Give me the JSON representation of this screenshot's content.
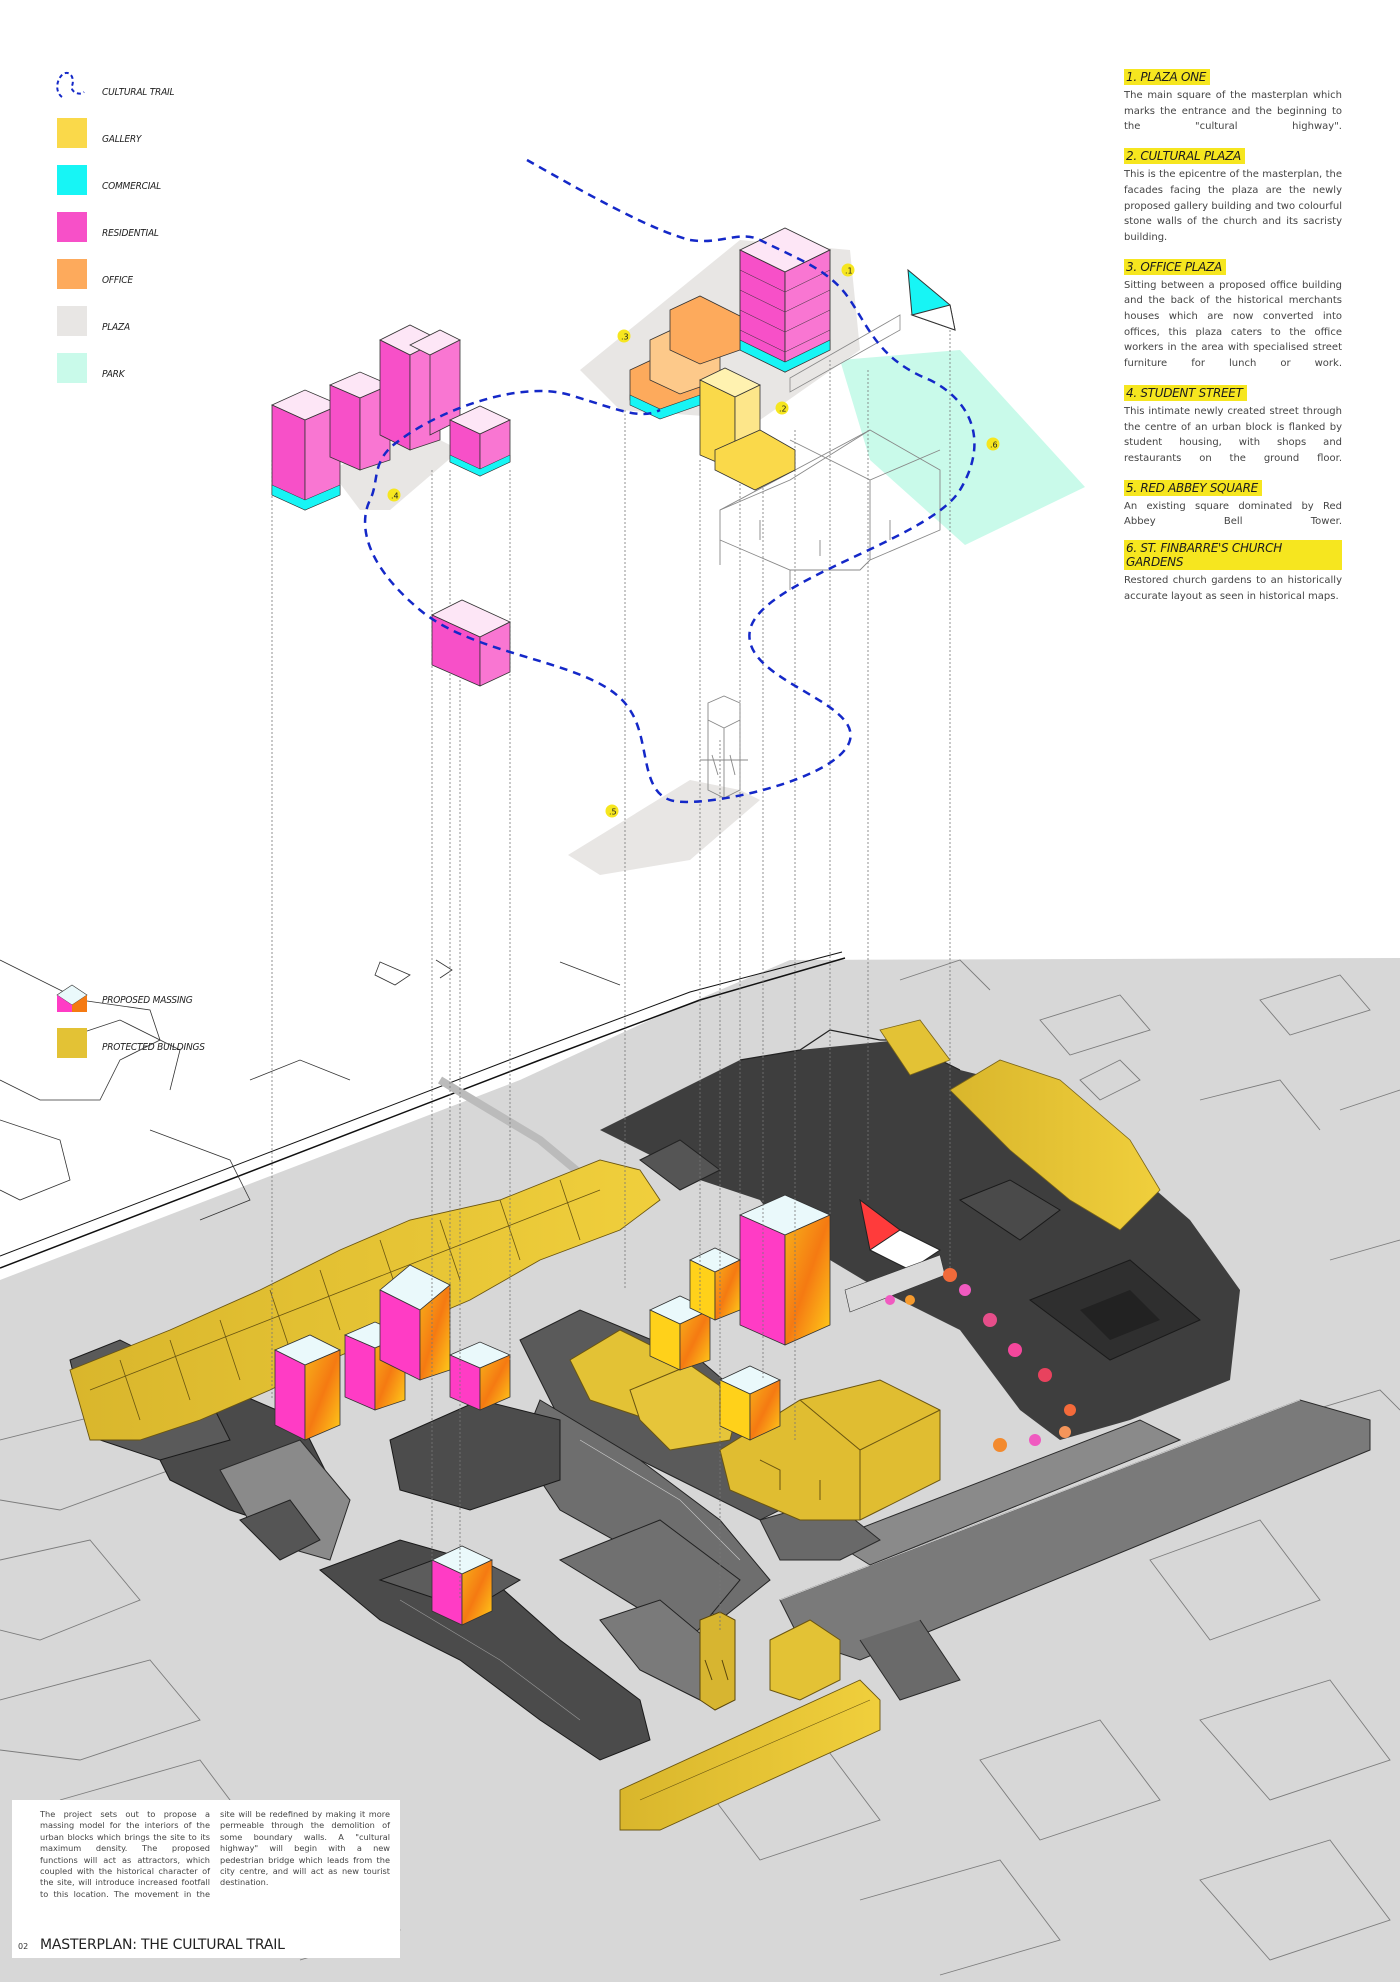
{
  "legend_top": [
    {
      "label": "CULTURAL TRAIL",
      "color": "#1428c8",
      "icon": "trail-loop-icon"
    },
    {
      "label": "GALLERY",
      "color": "#fad94a"
    },
    {
      "label": "COMMERCIAL",
      "color": "#17f5f5"
    },
    {
      "label": "RESIDENTIAL",
      "color": "#f750c8"
    },
    {
      "label": "OFFICE",
      "color": "#fdaa5c"
    },
    {
      "label": "PLAZA",
      "color": "#e8e6e4"
    },
    {
      "label": "PARK",
      "color": "#c9faea"
    }
  ],
  "legend_bottom": [
    {
      "label": "PROPOSED MASSING",
      "icon": "proposed-massing-icon"
    },
    {
      "label": "PROTECTED BUILDINGS",
      "color": "#e3c235"
    }
  ],
  "notes": [
    {
      "title": "1. PLAZA ONE",
      "body": "The main square of the masterplan which marks the entrance and the beginning to the \"cultural highway\"."
    },
    {
      "title": "2. CULTURAL PLAZA",
      "body": "This is the epicentre of the masterplan, the facades facing the plaza are the newly proposed gallery building and two colourful stone walls of the church and its sacristy building."
    },
    {
      "title": "3. OFFICE PLAZA",
      "body": "Sitting between a proposed office building and the back of the historical merchants houses which are now converted into offices, this plaza caters to the office workers in the area with specialised street furniture for lunch or work."
    },
    {
      "title": "4. STUDENT STREET",
      "body": "This intimate newly created street through the centre of an urban block is flanked by student housing, with shops and restaurants on the ground floor."
    },
    {
      "title": "5. RED ABBEY SQUARE",
      "body": "An existing square dominated by Red Abbey Bell Tower."
    },
    {
      "title": "6. ST. FINBARRE'S CHURCH GARDENS",
      "body": "Restored church gardens to an historically accurate layout as seen in historical maps."
    }
  ],
  "markers": [
    ".1",
    ".2",
    ".3",
    ".4",
    ".5",
    ".6"
  ],
  "intro": "The project sets out to propose a massing model for the interiors of the urban blocks which brings the site to its maximum density. The proposed functions will act as attractors, which coupled with the historical character of the site, will introduce increased footfall to this location. The movement in the site will be redefined by making it more permeable through the demolition of some boundary walls. A \"cultural highway\" will begin with a new pedestrian bridge which leads from the city centre, and will act as new tourist destination.",
  "page_number": "02",
  "page_title": "MASTERPLAN: THE CULTURAL TRAIL",
  "colors": {
    "trail": "#1428c8",
    "gallery": "#fad94a",
    "commercial": "#17f5f5",
    "residential": "#f750c8",
    "office": "#fdaa5c",
    "plaza": "#e8e6e4",
    "park": "#c9faea",
    "protected": "#e3c235",
    "existing_dark": "#3a3a3a",
    "existing_mid": "#6a6a6a",
    "ground": "#d9d9d9",
    "highlight": "#f6e61f"
  }
}
